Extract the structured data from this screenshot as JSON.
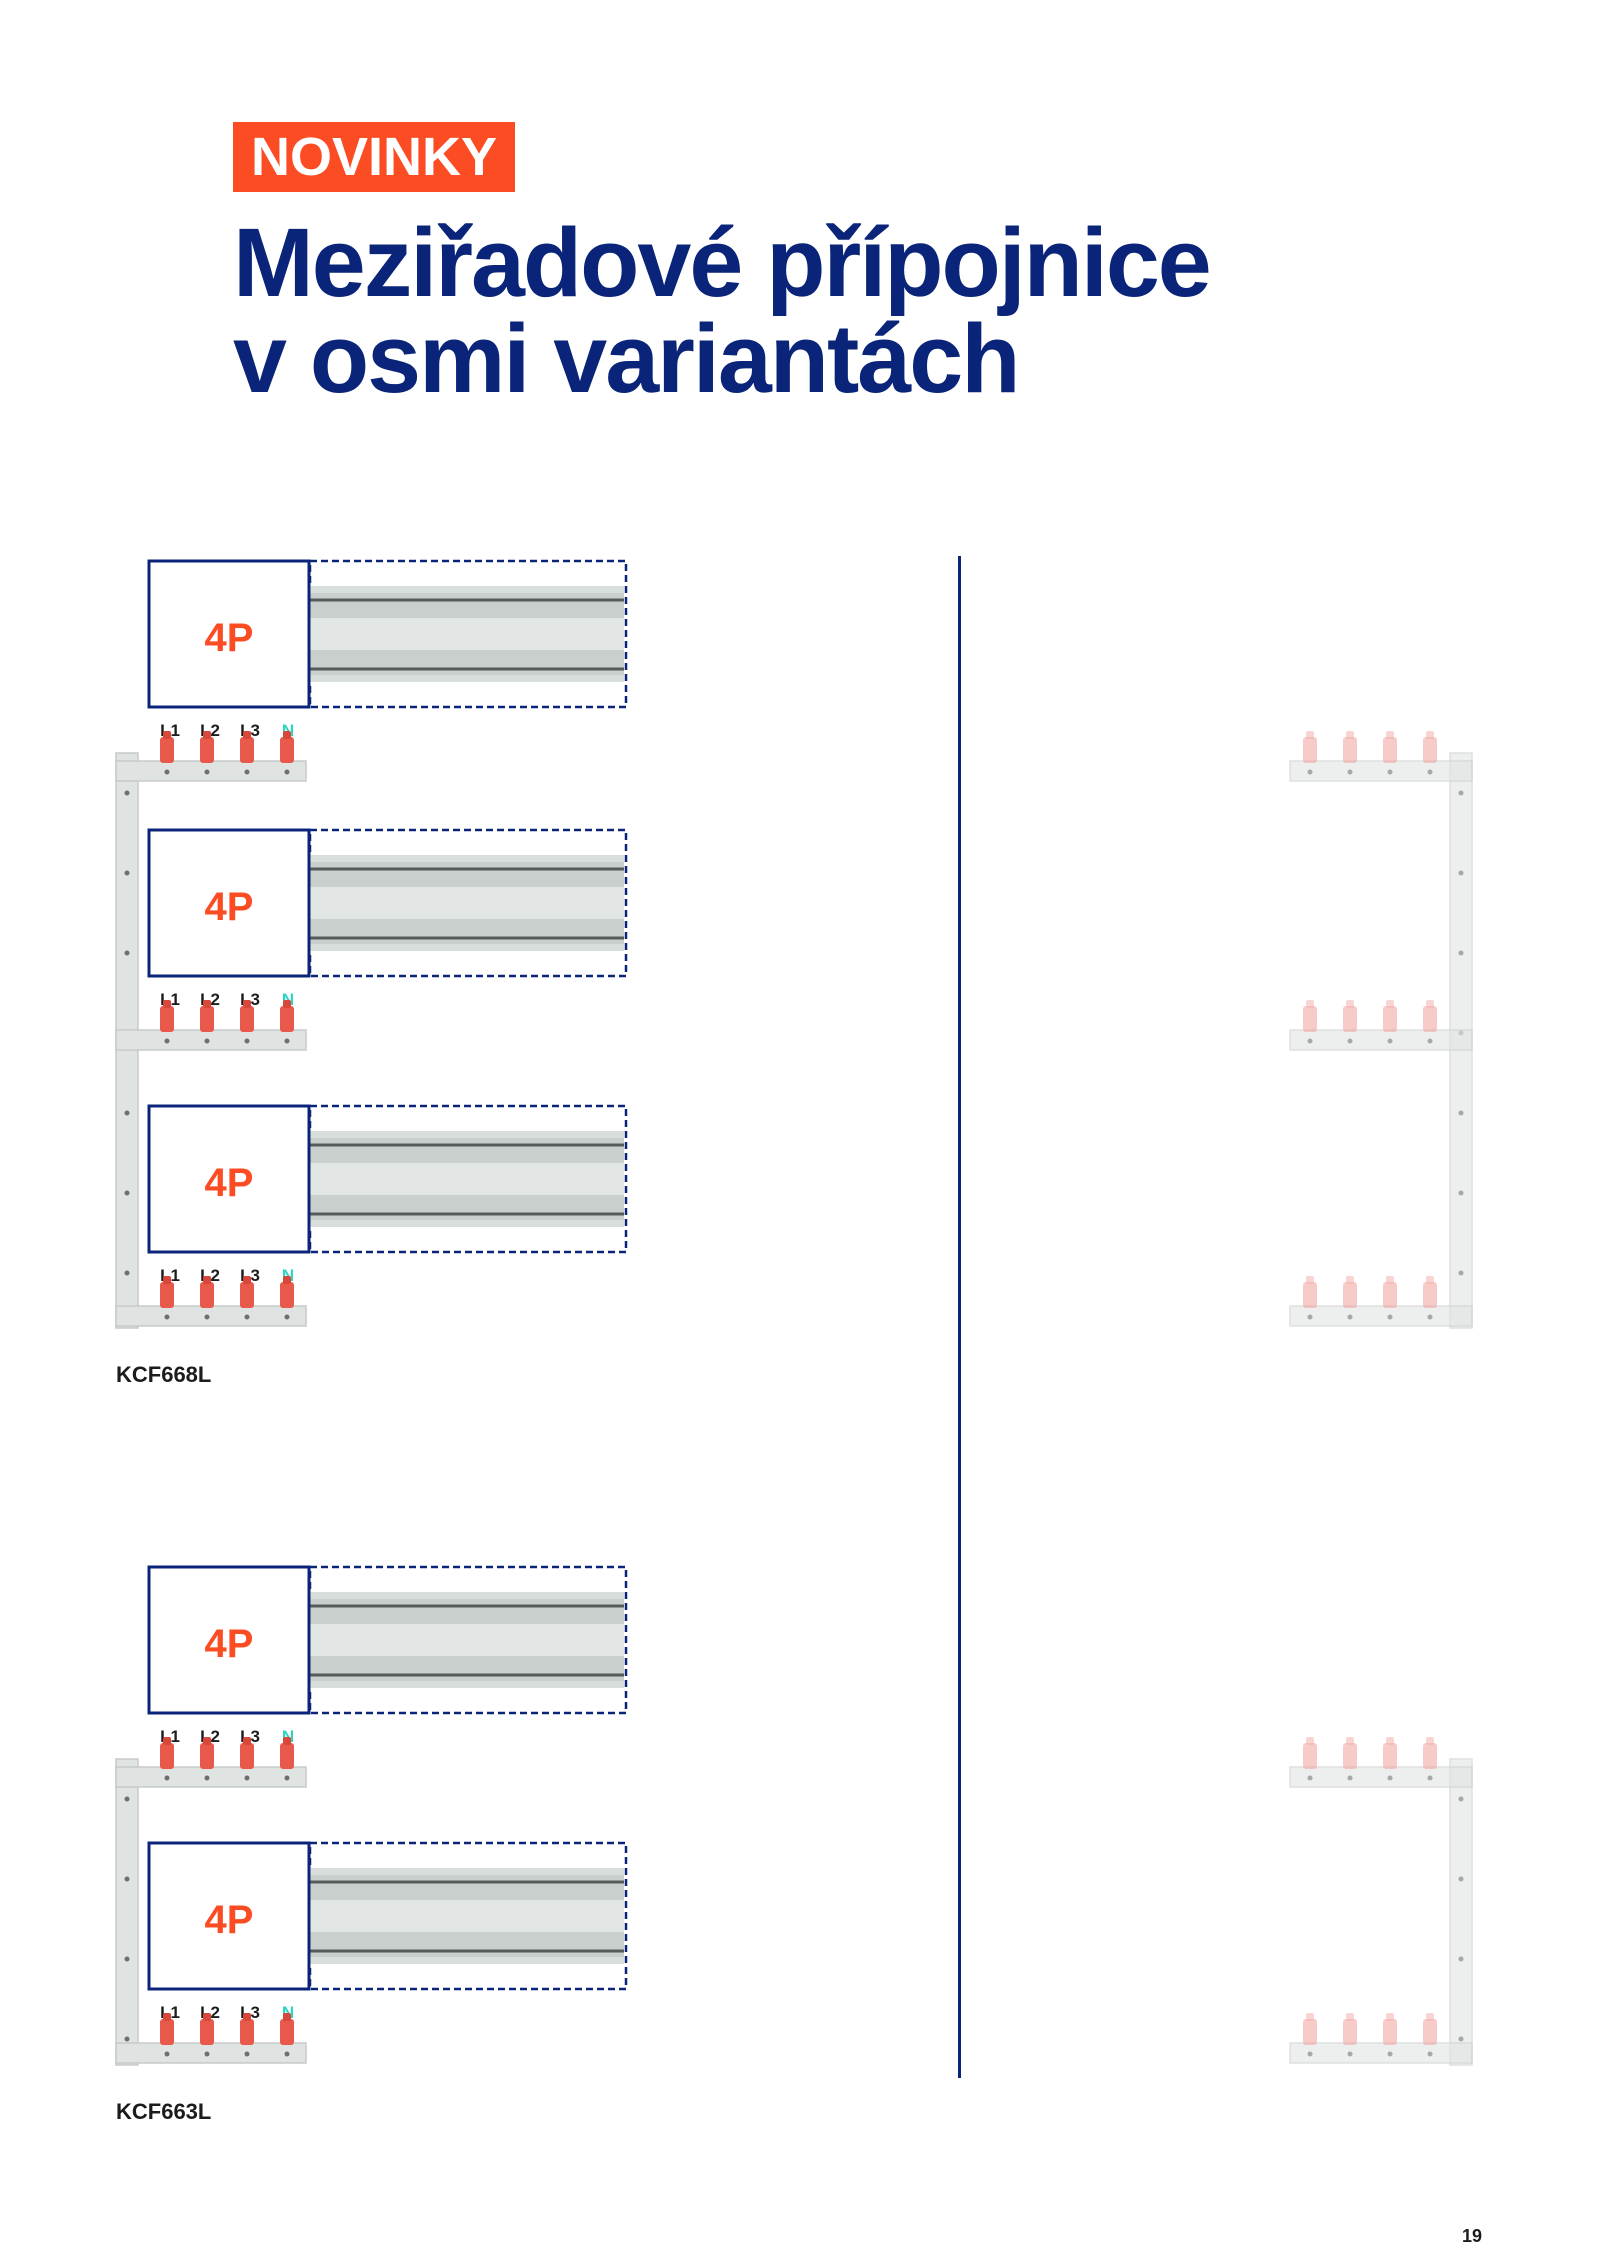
{
  "header": {
    "badge": "NOVINKY",
    "title_line1": "Meziřadové přípojnice",
    "title_line2": "v osmi variantách"
  },
  "colors": {
    "accent": "#fb4c23",
    "navy": "#0a2479",
    "neutral_label": "#1c1c1c",
    "n_label": "#2ed6c2",
    "rail": "#d7dedb",
    "bar_metal": "#dfe3e2",
    "connector": "#e8584b"
  },
  "module_label": "4P",
  "phase_labels": [
    "L1",
    "L2",
    "L3",
    "N"
  ],
  "sections": [
    {
      "code": "KCF668L",
      "modules": 3
    },
    {
      "code": "KCF663L",
      "modules": 2
    }
  ],
  "page_number": "19"
}
